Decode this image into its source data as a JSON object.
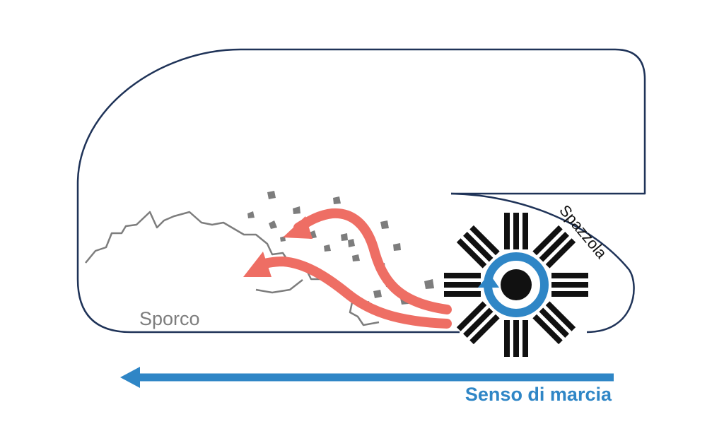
{
  "labels": {
    "dirt": "Sporco",
    "brush": "Spazzola",
    "direction": "Senso di marcia"
  },
  "colors": {
    "outline": "#1f3358",
    "dirt": "#7d7d7d",
    "debris_arrow": "#ee6e64",
    "direction": "#2f86c6",
    "brush": "#111111",
    "rotation": "#2f86c6"
  }
}
